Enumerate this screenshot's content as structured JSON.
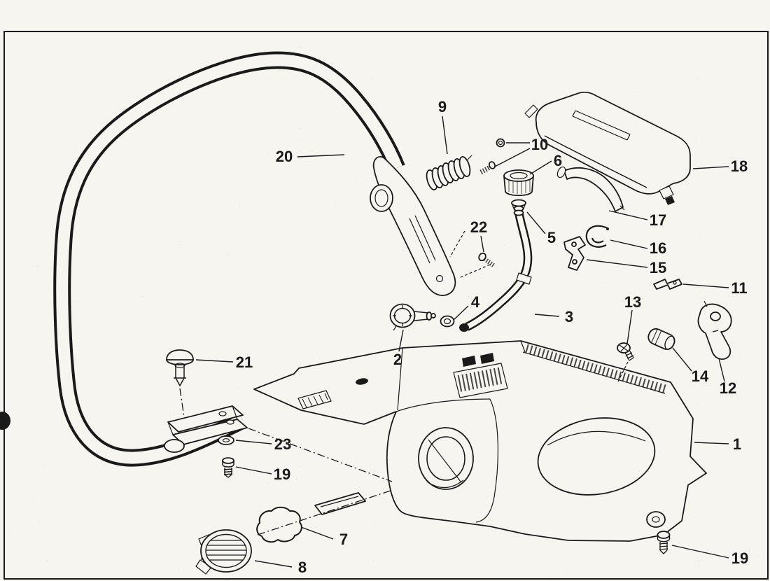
{
  "page": {
    "colors": {
      "paper": "#f7f5f0",
      "ink": "#1a1a1a"
    }
  },
  "callouts": [
    {
      "label": "1"
    },
    {
      "label": "2"
    },
    {
      "label": "3"
    },
    {
      "label": "4"
    },
    {
      "label": "5"
    },
    {
      "label": "6"
    },
    {
      "label": "7"
    },
    {
      "label": "8"
    },
    {
      "label": "9"
    },
    {
      "label": "10"
    },
    {
      "label": "11"
    },
    {
      "label": "12"
    },
    {
      "label": "13"
    },
    {
      "label": "14"
    },
    {
      "label": "15"
    },
    {
      "label": "16"
    },
    {
      "label": "17"
    },
    {
      "label": "18"
    },
    {
      "label": "19"
    },
    {
      "label": "19"
    },
    {
      "label": "20"
    },
    {
      "label": "21"
    },
    {
      "label": "22"
    },
    {
      "label": "23"
    }
  ]
}
